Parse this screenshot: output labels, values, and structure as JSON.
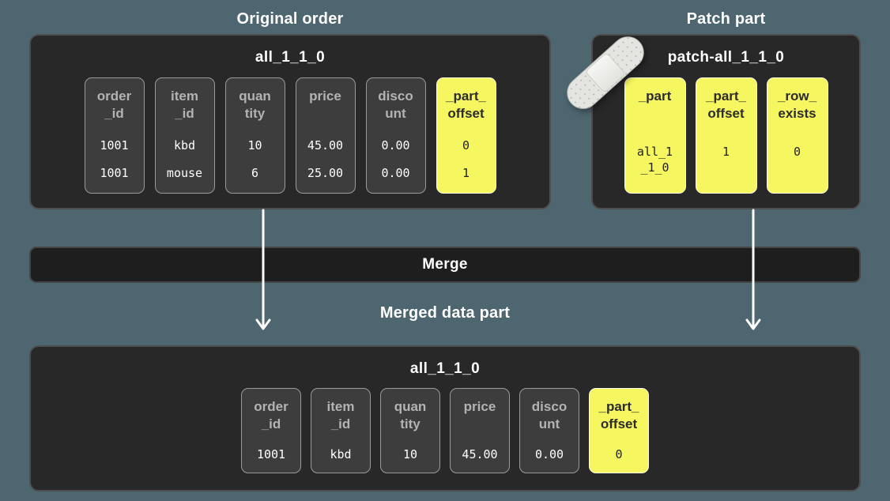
{
  "colors": {
    "background": "#4d6670",
    "panel_background": "#282828",
    "panel_border": "#4e4e4e",
    "column_background": "#3d3d3d",
    "column_border": "#9a9a9a",
    "column_header_text": "#b3b3b3",
    "column_value_text": "#ffffff",
    "highlight_background": "#f5f660",
    "highlight_border": "#fbfbdf",
    "highlight_text": "#2c2c2c",
    "merge_bar_background": "#1e1e1e",
    "title_text": "#ffffff",
    "arrow": "#ffffff"
  },
  "original_order": {
    "title": "Original order",
    "table_name": "all_1_1_0",
    "columns": [
      {
        "id": "order-id",
        "header": "order\n_id",
        "values": [
          "1001",
          "1001"
        ],
        "highlight": false
      },
      {
        "id": "item-id",
        "header": "item\n_id",
        "values": [
          "kbd",
          "mouse"
        ],
        "highlight": false
      },
      {
        "id": "quantity",
        "header": "quan\ntity",
        "values": [
          "10",
          "6"
        ],
        "highlight": false
      },
      {
        "id": "price",
        "header": "price",
        "values": [
          "45.00",
          "25.00"
        ],
        "highlight": false
      },
      {
        "id": "discount",
        "header": "disco\nunt",
        "values": [
          "0.00",
          "0.00"
        ],
        "highlight": false
      },
      {
        "id": "part-offset",
        "header": "_part_\noffset",
        "values": [
          "0",
          "1"
        ],
        "highlight": true
      }
    ]
  },
  "patch_part": {
    "title": "Patch part",
    "table_name": "patch-all_1_1_0",
    "icon": "bandaid-icon",
    "columns": [
      {
        "id": "part",
        "header": "_part",
        "values": [
          "all_1\n_1_0"
        ],
        "highlight": true
      },
      {
        "id": "part-offset",
        "header": "_part_\noffset",
        "values": [
          "1"
        ],
        "highlight": true
      },
      {
        "id": "row-exists",
        "header": "_row_\nexists",
        "values": [
          "0"
        ],
        "highlight": true
      }
    ]
  },
  "merge": {
    "label": "Merge"
  },
  "merged": {
    "title": "Merged data part",
    "table_name": "all_1_1_0",
    "columns": [
      {
        "id": "order-id",
        "header": "order\n_id",
        "values": [
          "1001"
        ],
        "highlight": false
      },
      {
        "id": "item-id",
        "header": "item\n_id",
        "values": [
          "kbd"
        ],
        "highlight": false
      },
      {
        "id": "quantity",
        "header": "quan\ntity",
        "values": [
          "10"
        ],
        "highlight": false
      },
      {
        "id": "price",
        "header": "price",
        "values": [
          "45.00"
        ],
        "highlight": false
      },
      {
        "id": "discount",
        "header": "disco\nunt",
        "values": [
          "0.00"
        ],
        "highlight": false
      },
      {
        "id": "part-offset",
        "header": "_part_\noffset",
        "values": [
          "0"
        ],
        "highlight": true
      }
    ]
  }
}
